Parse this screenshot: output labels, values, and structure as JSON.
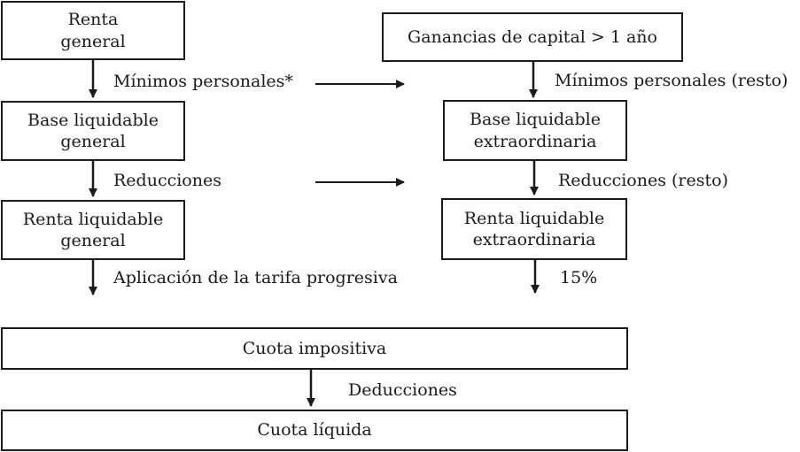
{
  "left": {
    "renta_general": [
      "Renta",
      "general"
    ],
    "minimos_personales": "Mínimos personales*",
    "base_liquidable_general": [
      "Base liquidable",
      "general"
    ],
    "reducciones": "Reducciones",
    "renta_liquidable_general": [
      "Renta liquidable",
      "general"
    ],
    "aplicacion_tarifa": "Aplicación de la tarifa progresiva"
  },
  "right": {
    "ganancias_capital": "Ganancias de capital > 1 año",
    "minimos_personales_resto": "Mínimos personales (resto)",
    "base_liquidable_extraordinaria": [
      "Base liquidable",
      "extraordinaria"
    ],
    "reducciones_resto": "Reducciones (resto)",
    "renta_liquidable_extraordinaria": [
      "Renta liquidable",
      "extraordinaria"
    ],
    "tipo_fijo": "15%"
  },
  "bottom": {
    "cuota_impositiva": "Cuota impositiva",
    "deducciones": "Deducciones",
    "cuota_liquida": "Cuota líquida"
  }
}
